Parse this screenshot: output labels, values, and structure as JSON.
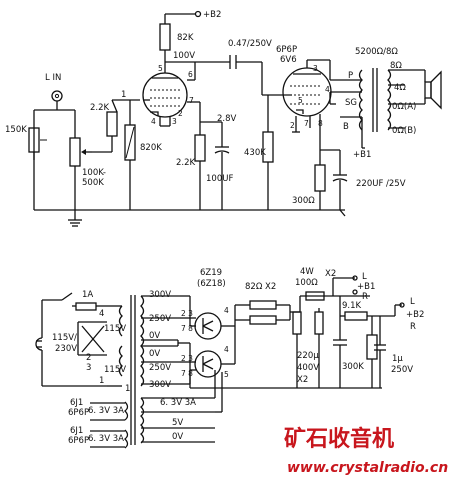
{
  "amplifier": {
    "input_label": "L IN",
    "b2_top": "+B2",
    "r_82k": "82K",
    "v_100v": "100V",
    "r_2k2_in": "2.2K",
    "pot_150k": "150K",
    "pot_100k": "100K-",
    "pot_500k": "500K",
    "r_820k": "820K",
    "pin1": "1",
    "pin5": "5",
    "pin6": "6",
    "pin7": "7",
    "pin4": "4",
    "pin3": "3",
    "pin2": "2",
    "v_2_8v": "2.8V",
    "r_2k2_cath": "2.2K",
    "c_100uf": "100UF",
    "c_coupling": "0.47/250V",
    "tube_out_a": "6P6P",
    "tube_out_b": "6V6",
    "r_430k": "430K",
    "out_pin3": "3",
    "out_pin4": "4",
    "out_pin5": "5",
    "out_pin2": "2",
    "out_pin7": "7",
    "out_pin8": "8",
    "trans_spec": "5200Ω/8Ω",
    "tap_8": "8Ω",
    "tap_4": "4Ω",
    "tap_0a": "0Ω(A)",
    "tap_0b": "0Ω(B)",
    "p_label": "P",
    "sg_label": "SG",
    "b_label": "B",
    "b1_label": "+B1",
    "r_300": "300Ω",
    "c_220": "220UF /25V"
  },
  "power_supply": {
    "fuse": "1A",
    "mains_115": "115V/",
    "mains_230": "230V",
    "sw_2": "2",
    "sw_3": "3",
    "pri_4": "4",
    "pri_1": "1",
    "sec_115_a": "115V",
    "sec_115_b": "115V",
    "sec_1": "1",
    "sec_300_a": "300V",
    "sec_250_a": "250V",
    "sec_0v_a": "0V",
    "sec_0v_b": "0V",
    "sec_250_b": "250V",
    "sec_300_b": "300V",
    "rect_a": "6Z19",
    "rect_b": "(6Z18)",
    "rect_pins_23_a": "2 3",
    "rect_pins_78_a": "7 8",
    "rect_pins_23_b": "2 3",
    "rect_pins_78_b": "7 8",
    "rect_pin4_a": "4",
    "rect_pin4_b": "4",
    "rect_pin5": "5",
    "r_82x2": "82Ω X2",
    "r_4w": "4W",
    "r_100": "100Ω",
    "x2_label": "X2",
    "l_top": "L",
    "b1_out": "+B1",
    "r_top": "R",
    "r_9k1": "9.1K",
    "l_mid": "L",
    "b2_out": "+B2",
    "r_mid": "R",
    "cap_220u": "220μ",
    "cap_400v": "400V",
    "cap_x2": "X2",
    "r_300k": "300K",
    "cap_1u": "1μ",
    "cap_250v": "250V",
    "heater_a_tube": "6J1",
    "heater_a_tube2": "6P6P",
    "heater_a_v": "6. 3V 3A",
    "heater_b_tube": "6J1",
    "heater_b_tube2": "6P6P",
    "heater_b_v": "6. 3V 3A",
    "heater_mid": "6. 3V 3A",
    "heater_5v": "5V",
    "heater_0v": "0V"
  },
  "watermark": {
    "title": "矿石收音机",
    "url": "www.crystalradio.cn"
  }
}
